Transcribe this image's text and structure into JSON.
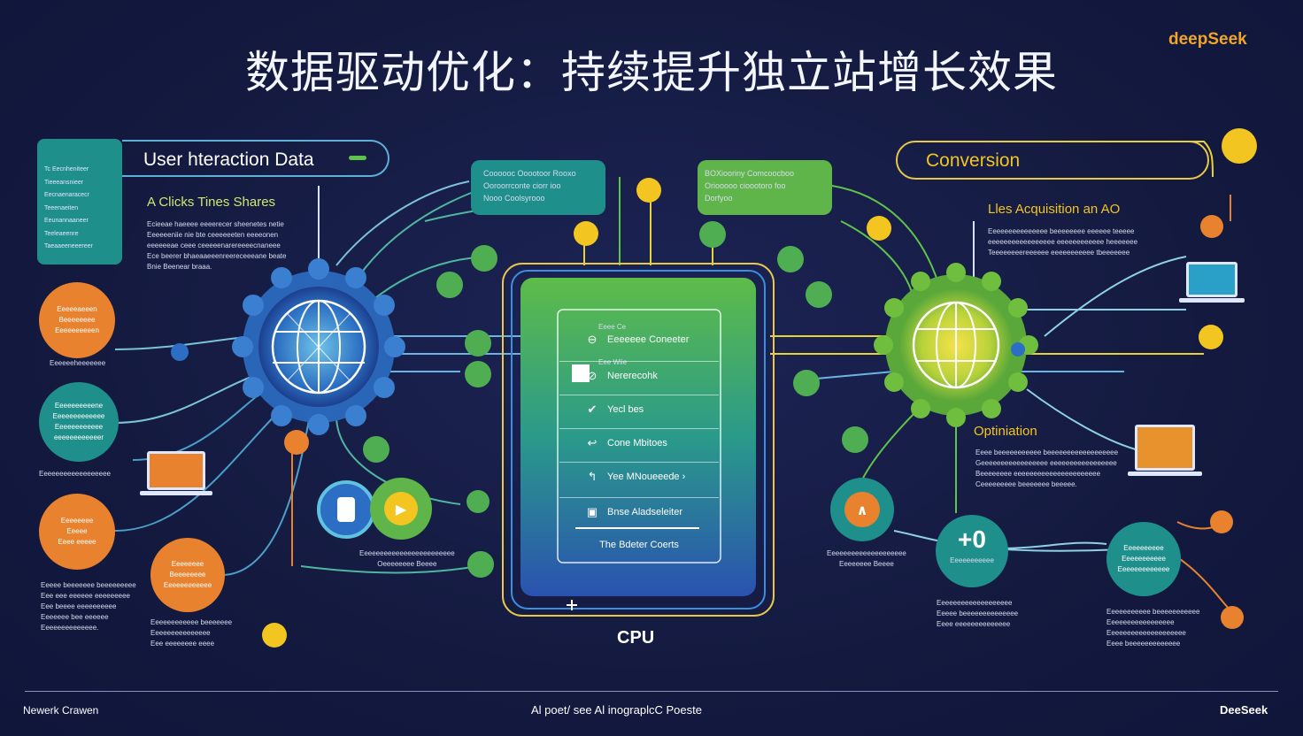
{
  "title": "数据驱动优化：持续提升独立站增长效果",
  "brand_top": "deepSeek",
  "user_panel": {
    "label": "User hteraction Data",
    "list": [
      "Tc Eecnheniteer",
      "Tieeeansnieer",
      "Eecnaenaracecr",
      "Teeenaeiten",
      "Eeunannaaneer",
      "Teeleaeenre",
      "Taeaaeeneeereer"
    ],
    "subtitle": "A Clicks Tines Shares",
    "desc": [
      "Ecieeae haeeee eeeerecer sheenetes netie",
      "Eeeeeeniie nie bte ceeeeeeten eeeeonen",
      "eeeeeeae ceee ceeeeenarereeeecnaneee",
      "Ece beerer bhaeaaeeenreereceeeane beate",
      "Bnie Beenear braaa."
    ]
  },
  "top_card_1": [
    "Coooooc Ooootoor Rooxo",
    "Ooroorrconte ciorr ioo",
    "Nooo Coolsyrooo"
  ],
  "top_card_2": [
    "BOXiooriny Comcoocboo",
    "Oriooooo cioootoro foo",
    "Dorfyoo"
  ],
  "conversion": {
    "label": "Conversion",
    "subtitle": "Lles Acquisition an AO",
    "desc": [
      "Eeeeeeeeeeeeeee beeeeeeee eeeeee teeeee",
      "eeeeeeeeeeeeeeeee eeeeeeeeeeee heeeeeee",
      "Teeeeeeeereeeeee eeeeeeeeeee tbeeeeeee"
    ]
  },
  "optimization": {
    "label": "Optiniation",
    "desc": [
      "Eeee beeeeeeeeeee beeeeeeeeeeeeeeeeee",
      "Geeeeeeeeeeeeeeeee eeeeeeeeeeeeeeeee",
      "Beeeeeeee eeeeeeeeeeeeeeeeeeeeee",
      "Ceeeeeeeee beeeeeee beeeee."
    ]
  },
  "left_circles": [
    {
      "text": "Eeeeeaeeen\nBeeeeeeee\nEeeeeeeeeen",
      "caption": "Eeeeeeheeeeeee"
    },
    {
      "text": "Eeeeeeeeeene\nEeeeeeeeeeeee\nEeeeeeeeeeee\neeeeeeeeeeeer",
      "caption": "Eeeeeeeeeeeeeeeeee"
    },
    {
      "text": "Eeeeeeee\nEeeee\nEeee eeeee",
      "caption": ""
    },
    {
      "text": "Eeeeeeee\nBeeeeeeee\nEeeeeeeeeeee",
      "caption": ""
    }
  ],
  "left_notes_1": [
    "Eeeee beeeeeee beeeeeeeee",
    "Eee eee eeeeee eeeeeeeee",
    "Eee beeee eeeeeeeeee",
    "Eeeeeee bee eeeeee",
    "Eeeeeeeeeeeeee."
  ],
  "left_notes_2": [
    "Eeeeeeeeeeee beeeeeee",
    "Eeeeeeeeeeeeeee",
    "Eee eeeeeeee eeee"
  ],
  "mid_note": [
    "Eeeeeeeeeeeeeeeeeeeeeeee",
    "Oeeeeeeee Beeee"
  ],
  "cpu": {
    "rows": [
      {
        "icon": "⊖",
        "text": "Eeeeeee Coneeter",
        "top": "Eeee  Ce"
      },
      {
        "icon": "⊘",
        "text": "Nererecohk",
        "top": "Eee  Wiie"
      },
      {
        "icon": "✔",
        "text": "Yecl bes",
        "top": ""
      },
      {
        "icon": "↩",
        "text": "Cone Mbitoes",
        "top": ""
      },
      {
        "icon": "↰",
        "text": "Yee MNoueeede ›",
        "top": ""
      },
      {
        "icon": "▣",
        "text": "Bnse Aladseleiter",
        "top": ""
      },
      {
        "icon": "",
        "text": "The Bdeter Coerts",
        "top": ""
      }
    ],
    "label": "CPU"
  },
  "right_circle_texts": [
    "+0",
    "Eeeeeeeeeee",
    "Eeeeeeeeee\nEeeeeeeeeee\nEeeeeeeeeeeee"
  ],
  "right_notes": [
    "Eeeeeeeeeeeeeeeeeeee",
    "Eeeeeeee Beeee"
  ],
  "right_notes_2": [
    "Eeeeeeeeeeeeeeeeeee",
    "Eeeee beeeeeeeeeeeeee",
    "Eeee eeeeeeeeeeeeee"
  ],
  "right_notes_3": [
    "Eeeeeeeeeee beeeeeeeeeee",
    "Eeeeeeeeeeeeeeeee",
    "Eeeeeeeeeeeeeeeeeeee",
    "Eeee beeeeeeeeeeeee"
  ],
  "footer": {
    "left": "Newerk Crawen",
    "center": "Al poet/ see Al inograplcC  Poeste",
    "right": "DeeSeek"
  },
  "colors": {
    "green": "#5fc24a",
    "teal": "#1f8f8c",
    "orange": "#e8822e",
    "yellow": "#f2c521",
    "blue": "#2c6ec4",
    "bg": "#141a3f"
  }
}
